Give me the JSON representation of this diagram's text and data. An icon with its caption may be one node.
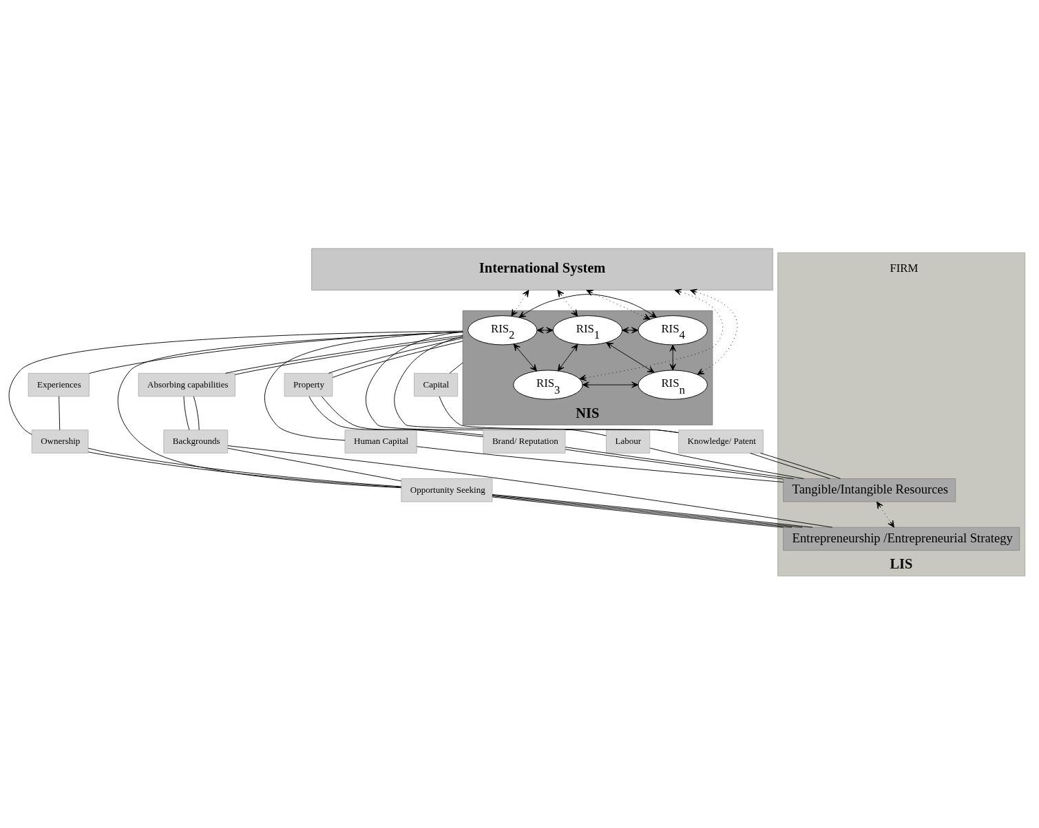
{
  "diagram": {
    "nodes": [
      {
        "text": [
          "International System"
        ]
      },
      {
        "text": [
          "NIS"
        ]
      },
      {
        "text": [
          "RIS$_{2}$"
        ],
        "in": 1
      },
      {
        "text": [
          "RIS$_{3}$"
        ],
        "in": 1
      },
      {
        "text": [
          "RIS$_{1}$"
        ],
        "in": 1
      },
      {
        "text": [
          "RIS$_{4}$"
        ],
        "in": 1
      },
      {
        "text": [
          "RIS$_{n}$"
        ],
        "in": 1
      },
      {
        "text": [
          "Property"
        ]
      },
      {
        "text": [
          "Labour"
        ]
      },
      {
        "text": [
          "Capital"
        ]
      },
      {
        "text": [
          "Absorbing capabilities"
        ]
      },
      {
        "text": [
          "Experiences"
        ]
      },
      {
        "text": [
          "Backgrounds"
        ]
      },
      {
        "text": [
          "Human Capital"
        ]
      },
      {
        "text": [
          "Knowledge/ Patent"
        ]
      },
      {
        "text": [
          "Ownership"
        ]
      },
      {
        "text": [
          "Brand/ Reputation"
        ]
      },
      {
        "text": [
          "Opportunity Seeking"
        ]
      },
      {
        "text": [
          "LIS"
        ]
      },
      {
        "text": [
          "Tangible/Intangible Resources"
        ],
        "in": 18
      },
      {
        "text": [
          "Entrepreneurship /Entrepreneurial Strategy"
        ],
        "in": 18
      }
    ],
    "edges": [
      {
        "from": 0,
        "to": 2,
        "arrow": "both",
        "style": "dashed"
      },
      {
        "from": 0,
        "to": 3,
        "arrow": "both",
        "style": "dashed"
      },
      {
        "from": 0,
        "to": 4,
        "arrow": "both",
        "style": "dashed"
      },
      {
        "from": 0,
        "to": 6,
        "arrow": "both",
        "style": "dashed"
      },
      {
        "from": 0,
        "to": 5,
        "arrow": "both",
        "style": "dashed"
      },
      {
        "from": 2,
        "to": 5,
        "arrow": "both"
      },
      {
        "from": 2,
        "to": 4,
        "arrow": "both"
      },
      {
        "from": 2,
        "to": 3,
        "arrow": "both"
      },
      {
        "from": 3,
        "to": 4,
        "arrow": "both"
      },
      {
        "from": 3,
        "to": 6,
        "arrow": "both"
      },
      {
        "from": 4,
        "to": 5,
        "arrow": "both"
      },
      {
        "from": 4,
        "to": 6,
        "arrow": "both"
      },
      {
        "from": 5,
        "to": 6,
        "arrow": "both"
      },
      {
        "from": 1,
        "to": 7,
        "arrow": "none"
      },
      {
        "from": 7,
        "to": 16,
        "arrow": "none"
      },
      {
        "from": 16,
        "to": 19,
        "arrow": "none"
      },
      {
        "from": 1,
        "to": 7,
        "arrow": "none"
      },
      {
        "from": 7,
        "to": 16,
        "arrow": "none"
      },
      {
        "from": 16,
        "to": 19,
        "arrow": "none"
      },
      {
        "from": 1,
        "to": 13,
        "arrow": "none"
      },
      {
        "from": 13,
        "to": 19,
        "arrow": "none"
      },
      {
        "from": 1,
        "to": 8,
        "arrow": "none"
      },
      {
        "from": 8,
        "to": 19,
        "arrow": "none"
      },
      {
        "from": 1,
        "to": 9,
        "arrow": "none"
      },
      {
        "from": 9,
        "to": 14,
        "arrow": "none"
      },
      {
        "from": 14,
        "to": 19,
        "arrow": "none"
      },
      {
        "from": 1,
        "to": 14,
        "arrow": "none"
      },
      {
        "from": 14,
        "to": 19,
        "arrow": "none"
      },
      {
        "from": 1,
        "to": 10,
        "arrow": "none"
      },
      {
        "from": 10,
        "to": 12,
        "arrow": "none"
      },
      {
        "from": 12,
        "to": 20,
        "arrow": "none"
      },
      {
        "from": 1,
        "to": 10,
        "arrow": "none"
      },
      {
        "from": 10,
        "to": 12,
        "arrow": "none"
      },
      {
        "from": 12,
        "to": 17,
        "arrow": "none"
      },
      {
        "from": 17,
        "to": 20,
        "arrow": "none"
      },
      {
        "from": 1,
        "to": 17,
        "arrow": "none"
      },
      {
        "from": 17,
        "to": 20,
        "arrow": "none"
      },
      {
        "from": 1,
        "to": 15,
        "arrow": "none"
      },
      {
        "from": 15,
        "to": 17,
        "arrow": "none"
      },
      {
        "from": 17,
        "to": 20,
        "arrow": "none"
      },
      {
        "from": 1,
        "to": 11,
        "arrow": "none"
      },
      {
        "from": 11,
        "to": 15,
        "arrow": "none"
      },
      {
        "from": 15,
        "to": 17,
        "arrow": "none"
      },
      {
        "from": 17,
        "to": 20,
        "arrow": "none"
      },
      {
        "from": 19,
        "to": 20,
        "arrow": "both",
        "style": "dashed"
      }
    ],
    "labels": [
      "FIRM"
    ]
  }
}
